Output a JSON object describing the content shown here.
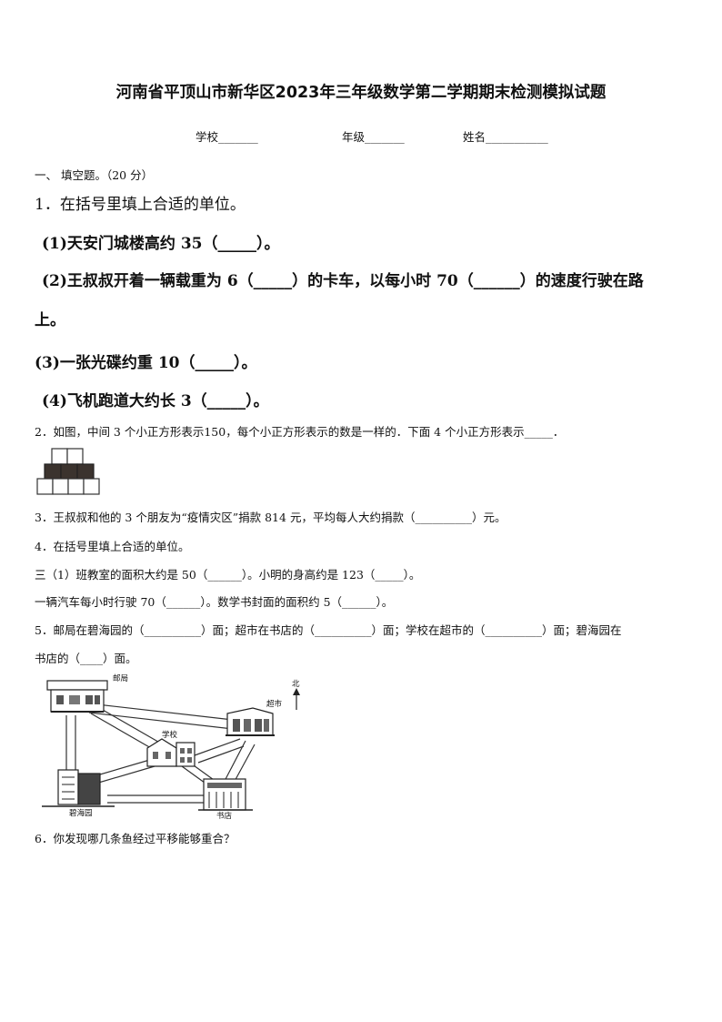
{
  "title": "河南省平顶山市新华区2023年三年级数学第二学期期末检测模拟试题",
  "header_fields": {
    "school": "学校_______",
    "grade": "年级_______",
    "name": "姓名___________"
  },
  "section1": "一、  填空题。（20 分）",
  "q1": {
    "stem": "1．在括号里填上合适的单位。",
    "p1": "(1)天安门城楼高约  35（_____）。",
    "p2_line1": "(2)王叔叔开着一辆载重为  6（_____）的卡车，以每小时  70（______）的速度行驶在路",
    "p2_line2": "上。",
    "p3": "(3)一张光碟约重  10（_____）。",
    "p4": "(4)飞机跑道大约长  3（_____）。"
  },
  "q2": "2．如图，中间 3 个小正方形表示150，每个小正方形表示的数是一样的．下面 4 个小正方形表示_____．",
  "q3": "3．王叔叔和他的 3 个朋友为“疫情灾区”捐款 814 元，平均每人大约捐款（__________）元。",
  "q4": {
    "stem": "4．在括号里填上合适的单位。",
    "line1": "三（1）班教室的面积大约是 50（______）。小明的身高约是 123（_____）。",
    "line2": "一辆汽车每小时行驶 70（______）。数学书封面的面积约 5（______）。"
  },
  "q5": {
    "line1": "5．邮局在碧海园的（__________）面；超市在书店的（__________）面；学校在超市的（__________）面；碧海园在",
    "line2": "书店的（____）面。"
  },
  "map_labels": {
    "post_office": "邮局",
    "supermarket": "超市",
    "school": "学校",
    "garden": "碧海园",
    "bookstore": "书店",
    "north": "北"
  },
  "q6": "6．你发现哪几条鱼经过平移能够重合？"
}
